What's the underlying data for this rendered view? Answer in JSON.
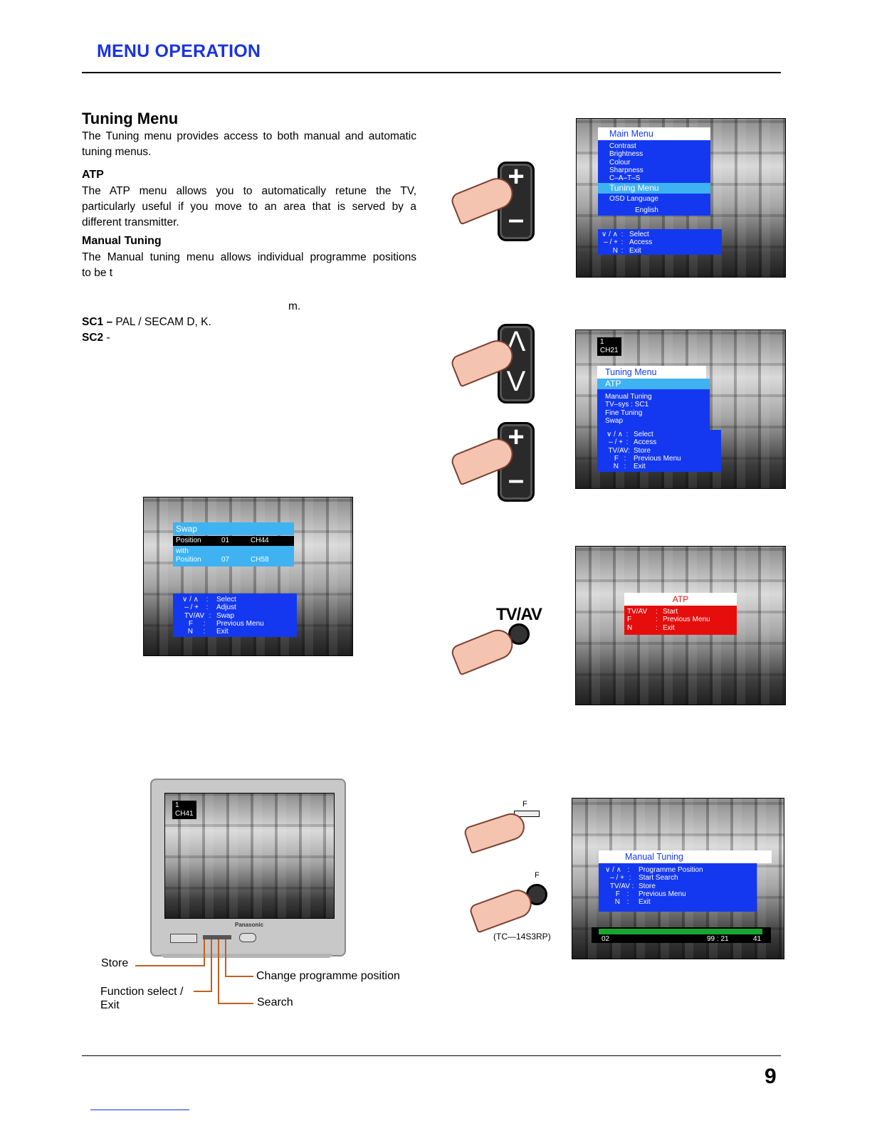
{
  "header": {
    "title": "MENU OPERATION"
  },
  "section": {
    "title": "Tuning Menu",
    "intro_l1": "The Tuning menu provides access to both manual and automatic",
    "intro_l2": "tuning menus.",
    "atp_heading": "ATP",
    "atp_l1": "The  ATP  menu  allows  you  to  automatically  retune  the  TV,",
    "atp_l2": "particularly useful if you move to an area that is served by a",
    "atp_l3": "different transmitter.",
    "manual_heading": "Manual Tuning",
    "manual_l1": "The Manual tuning menu allows individual programme positions",
    "manual_l2": "to be t",
    "fragment_m": "m.",
    "sc1_label": "SC1  –",
    "sc1_text": "PAL / SECAM D, K.",
    "sc2_label": "SC2",
    "sc2_text": "-"
  },
  "main_menu_screen": {
    "title": "Main Menu",
    "items": [
      "Contrast",
      "Brightness",
      "Colour",
      "Sharpness",
      "C–A–T–S"
    ],
    "highlight": "Tuning Menu",
    "osd_language": "OSD Language",
    "language_value": "English",
    "help": [
      {
        "key": "∨ / ∧",
        "sep": ":",
        "action": "Select"
      },
      {
        "key": "– / +",
        "sep": ":",
        "action": "Access"
      },
      {
        "key": "N",
        "sep": ":",
        "action": "Exit"
      }
    ]
  },
  "tuning_menu_screen": {
    "prog_num": "1",
    "channel": "CH21",
    "title": "Tuning Menu",
    "highlight": "ATP",
    "items": [
      "Manual Tuning",
      "TV–sys : SC1",
      "Fine Tuning",
      "Swap"
    ],
    "help": [
      {
        "key": "∨ / ∧",
        "sep": ":",
        "action": "Select"
      },
      {
        "key": "– / +",
        "sep": ":",
        "action": "Access"
      },
      {
        "key": "TV/AV:",
        "sep": "",
        "action": "Store"
      },
      {
        "key": "F",
        "sep": ":",
        "action": "Previous Menu"
      },
      {
        "key": "N",
        "sep": ":",
        "action": "Exit"
      }
    ]
  },
  "atp_screen": {
    "title": "ATP",
    "help": [
      {
        "key": "TV/AV",
        "sep": ":",
        "action": "Start"
      },
      {
        "key": "F",
        "sep": ":",
        "action": "Previous Menu"
      },
      {
        "key": "N",
        "sep": ":",
        "action": "Exit"
      }
    ]
  },
  "swap_screen": {
    "title": "Swap",
    "row1": {
      "label": "Position",
      "pos": "01",
      "ch": "CH44"
    },
    "with": "with",
    "row2": {
      "label": "Position",
      "pos": "07",
      "ch": "CH58"
    },
    "help": [
      {
        "key": "∨ / ∧",
        "sep": ":",
        "action": "Select"
      },
      {
        "key": "– / +",
        "sep": ":",
        "action": "Adjust"
      },
      {
        "key": "TV/AV",
        "sep": ":",
        "action": "Swap"
      },
      {
        "key": "F",
        "sep": ":",
        "action": "Previous Menu"
      },
      {
        "key": "N",
        "sep": ":",
        "action": "Exit"
      }
    ]
  },
  "manual_screen": {
    "title": "Manual Tuning",
    "help": [
      {
        "key": "∨ / ∧",
        "sep": ":",
        "action": "Programme Position"
      },
      {
        "key": "– / +",
        "sep": ":",
        "action": "Start Search"
      },
      {
        "key": "TV/AV",
        "sep": ":",
        "action": "Store"
      },
      {
        "key": "F",
        "sep": ":",
        "action": "Previous Menu"
      },
      {
        "key": "N",
        "sep": ":",
        "action": "Exit"
      }
    ],
    "bar_left": "02",
    "bar_mid": "99 : 21",
    "bar_right": "41"
  },
  "tv_set": {
    "prog_num": "1",
    "channel": "CH41",
    "brand": "Panasonic"
  },
  "remote": {
    "plus": "+",
    "minus": "–",
    "up": "Λ",
    "down": "V",
    "tvav": "TV/AV",
    "f_label_1": "F",
    "f_label_2": "F",
    "model": "(TC—14S3RP)"
  },
  "callouts": {
    "store": "Store",
    "function1": "Function select /",
    "function2": "Exit",
    "change": "Change programme position",
    "search": "Search"
  },
  "footer": {
    "page_number": "9"
  }
}
